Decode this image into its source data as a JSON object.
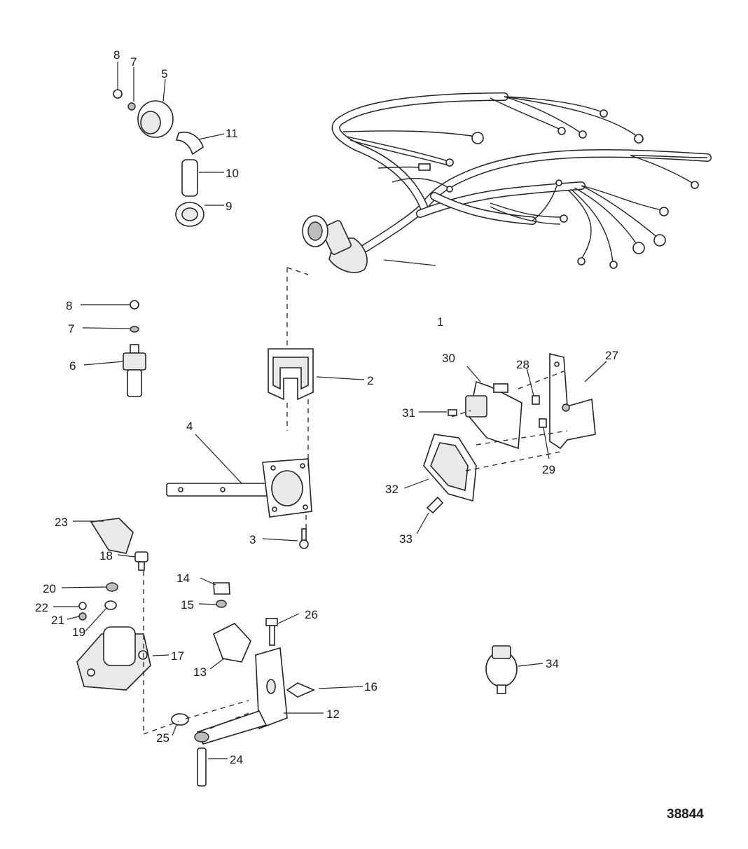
{
  "diagram": {
    "drawing_number": "38844",
    "callouts": [
      {
        "id": "c1",
        "label": "1"
      },
      {
        "id": "c2",
        "label": "2"
      },
      {
        "id": "c3",
        "label": "3"
      },
      {
        "id": "c4",
        "label": "4"
      },
      {
        "id": "c5",
        "label": "5"
      },
      {
        "id": "c6",
        "label": "6"
      },
      {
        "id": "c7a",
        "label": "7"
      },
      {
        "id": "c7b",
        "label": "7"
      },
      {
        "id": "c8a",
        "label": "8"
      },
      {
        "id": "c8b",
        "label": "8"
      },
      {
        "id": "c9",
        "label": "9"
      },
      {
        "id": "c10",
        "label": "10"
      },
      {
        "id": "c11",
        "label": "11"
      },
      {
        "id": "c12",
        "label": "12"
      },
      {
        "id": "c13",
        "label": "13"
      },
      {
        "id": "c14",
        "label": "14"
      },
      {
        "id": "c15",
        "label": "15"
      },
      {
        "id": "c16",
        "label": "16"
      },
      {
        "id": "c17",
        "label": "17"
      },
      {
        "id": "c18",
        "label": "18"
      },
      {
        "id": "c19",
        "label": "19"
      },
      {
        "id": "c20",
        "label": "20"
      },
      {
        "id": "c21",
        "label": "21"
      },
      {
        "id": "c22",
        "label": "22"
      },
      {
        "id": "c23",
        "label": "23"
      },
      {
        "id": "c24",
        "label": "24"
      },
      {
        "id": "c25",
        "label": "25"
      },
      {
        "id": "c26",
        "label": "26"
      },
      {
        "id": "c27",
        "label": "27"
      },
      {
        "id": "c28",
        "label": "28"
      },
      {
        "id": "c29",
        "label": "29"
      },
      {
        "id": "c30",
        "label": "30"
      },
      {
        "id": "c31",
        "label": "31"
      },
      {
        "id": "c32",
        "label": "32"
      },
      {
        "id": "c33",
        "label": "33"
      },
      {
        "id": "c34",
        "label": "34"
      }
    ]
  }
}
